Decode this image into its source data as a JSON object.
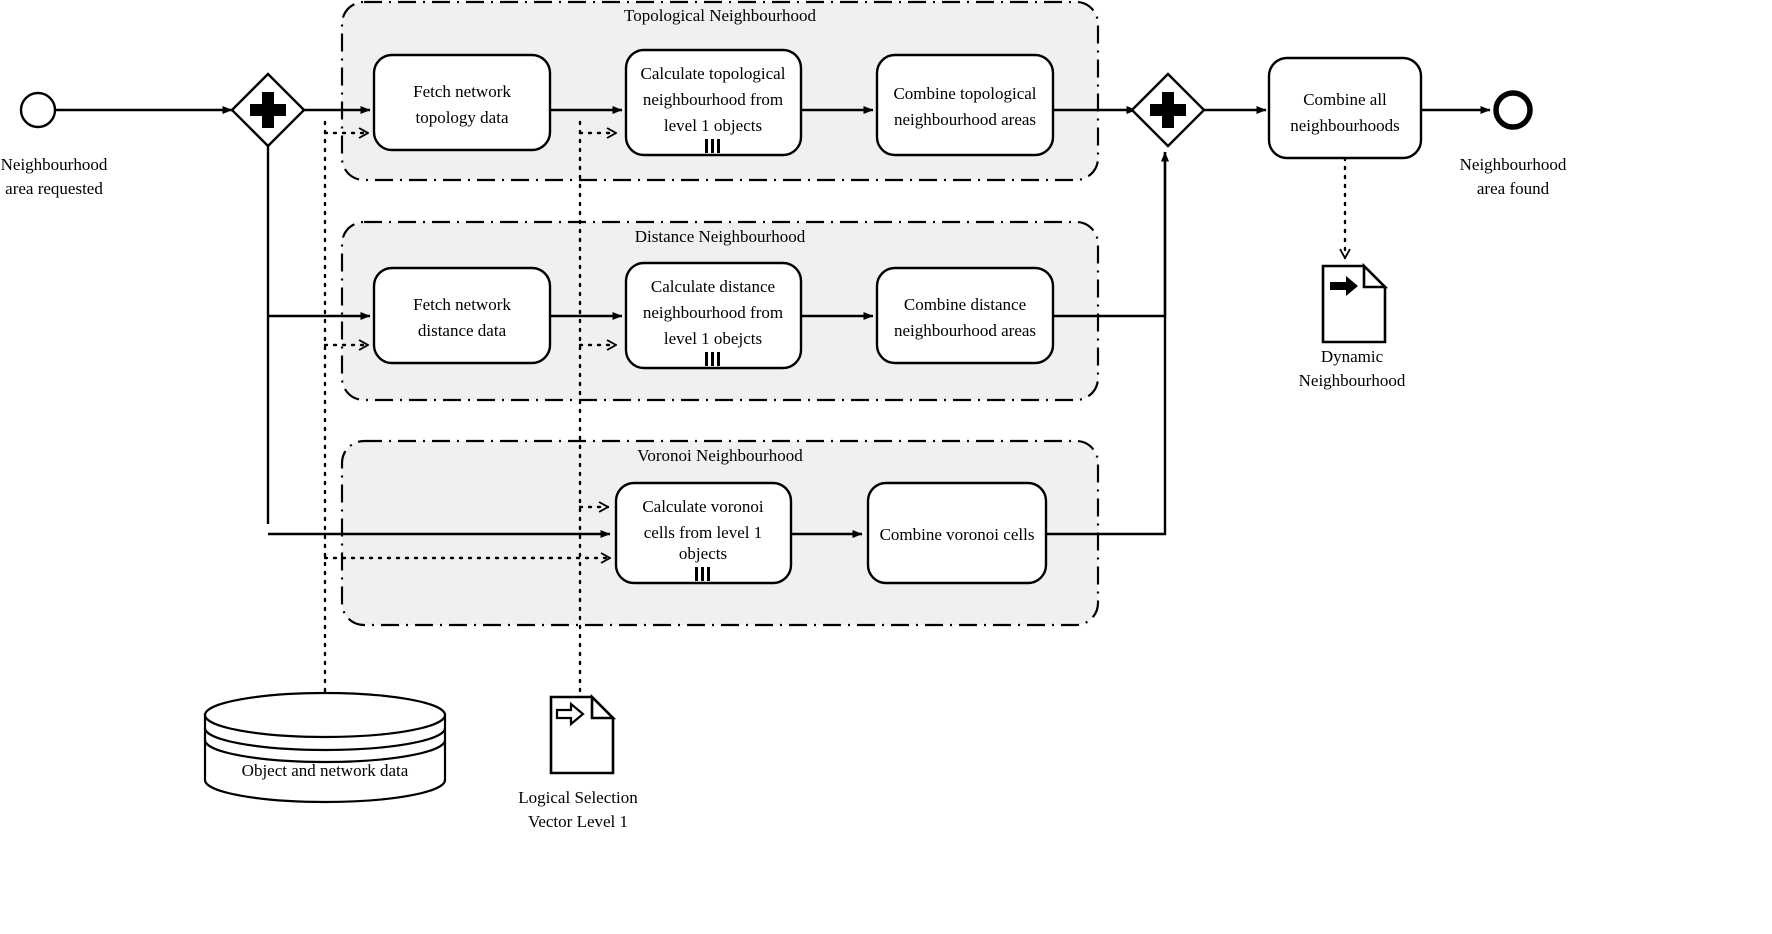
{
  "diagram": {
    "type": "bpmn-process",
    "title_visible": false,
    "colors": {
      "stroke": "#000000",
      "lane_fill": "#f0f0f0",
      "task_fill": "#ffffff",
      "background": "#ffffff"
    }
  },
  "events": {
    "start": {
      "name": "start-event",
      "label": "Neighbourhood\narea requested",
      "label_line1": "Neighbourhood",
      "label_line2": "area requested"
    },
    "end": {
      "name": "end-event",
      "label_line1": "Neighbourhood",
      "label_line2": "area found"
    }
  },
  "gateways": {
    "split": {
      "type": "parallel",
      "symbol": "+"
    },
    "join": {
      "type": "parallel",
      "symbol": "+"
    }
  },
  "lanes": [
    {
      "id": "topological",
      "title": "Topological Neighbourhood",
      "tasks": [
        {
          "id": "fetch-topology",
          "lines": [
            "Fetch network",
            "topology data"
          ],
          "marker": ""
        },
        {
          "id": "calc-topological",
          "lines": [
            "Calculate topological",
            "neighbourhood from",
            "level 1 objects"
          ],
          "marker": "|||"
        },
        {
          "id": "combine-topological",
          "lines": [
            "Combine topological",
            "neighbourhood areas"
          ],
          "marker": ""
        }
      ]
    },
    {
      "id": "distance",
      "title": "Distance Neighbourhood",
      "tasks": [
        {
          "id": "fetch-distance",
          "lines": [
            "Fetch network",
            "distance data"
          ],
          "marker": ""
        },
        {
          "id": "calc-distance",
          "lines": [
            "Calculate distance",
            "neighbourhood from",
            "level 1 obejcts"
          ],
          "marker": "|||"
        },
        {
          "id": "combine-distance",
          "lines": [
            "Combine distance",
            "neighbourhood areas"
          ],
          "marker": ""
        }
      ]
    },
    {
      "id": "voronoi",
      "title": "Voronoi Neighbourhood",
      "tasks": [
        {
          "id": "calc-voronoi",
          "lines": [
            "Calculate voronoi",
            "cells from level 1",
            "objects"
          ],
          "marker": "|||"
        },
        {
          "id": "combine-voronoi",
          "lines": [
            "Combine voronoi cells"
          ],
          "marker": ""
        }
      ]
    }
  ],
  "final_task": {
    "id": "combine-all",
    "lines": [
      "Combine all",
      "neighbourhoods"
    ]
  },
  "data_objects": [
    {
      "id": "dynamic-neighbourhood",
      "arrow": "filled",
      "label_line1": "Dynamic",
      "label_line2": "Neighbourhood"
    },
    {
      "id": "logical-selection",
      "arrow": "hollow",
      "label_line1": "Logical Selection",
      "label_line2": "Vector Level 1"
    }
  ],
  "data_store": {
    "id": "object-network-data",
    "label": "Object and network data"
  }
}
